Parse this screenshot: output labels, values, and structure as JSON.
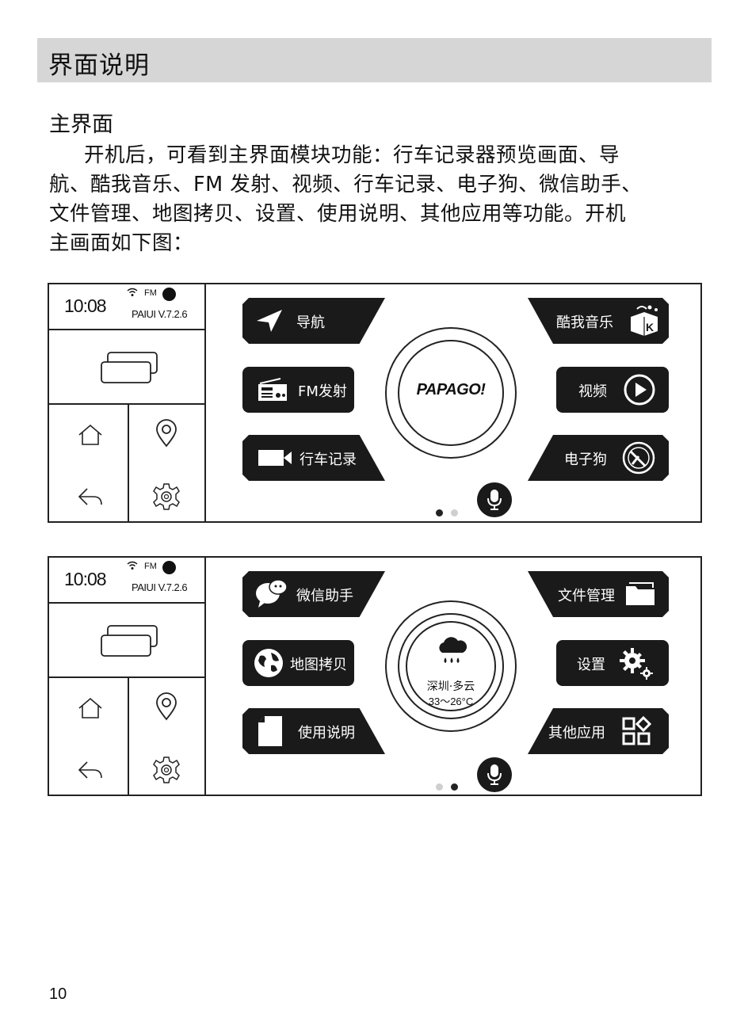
{
  "section_title": "界面说明",
  "sub_title": "主界面",
  "paragraph": {
    "line1": "开机后，可看到主界面模块功能：行车记录器预览画面、导",
    "line2": "航、酷我音乐、FM 发射、视频、行车记录、电子狗、微信助手、",
    "line3": "文件管理、地图拷贝、设置、使用说明、其他应用等功能。开机",
    "line4": "主画面如下图："
  },
  "screen1": {
    "status": {
      "time": "10:08",
      "fm": "FM",
      "version": "PAIUI V.7.2.6"
    },
    "left_items": [
      {
        "label": "导航",
        "icon": "navigation-arrow-icon"
      },
      {
        "label": "FM发射",
        "icon": "radio-icon"
      },
      {
        "label": "行车记录",
        "icon": "video-camera-icon"
      }
    ],
    "right_items": [
      {
        "label": "酷我音乐",
        "icon": "kuwo-music-icon"
      },
      {
        "label": "视频",
        "icon": "play-circle-icon"
      },
      {
        "label": "电子狗",
        "icon": "radar-icon"
      }
    ],
    "center_logo": "PAPAGO!",
    "active_page": 1
  },
  "screen2": {
    "status": {
      "time": "10:08",
      "fm": "FM",
      "version": "PAIUI V.7.2.6"
    },
    "left_items": [
      {
        "label": "微信助手",
        "icon": "wechat-icon"
      },
      {
        "label": "地图拷贝",
        "icon": "globe-icon"
      },
      {
        "label": "使用说明",
        "icon": "document-icon"
      }
    ],
    "right_items": [
      {
        "label": "文件管理",
        "icon": "folder-icon"
      },
      {
        "label": "设置",
        "icon": "gears-icon"
      },
      {
        "label": "其他应用",
        "icon": "apps-grid-icon"
      }
    ],
    "weather": {
      "city": "深圳·多云",
      "temp": "33～26°C",
      "icon": "rain-cloud-icon"
    },
    "active_page": 2
  },
  "page_number": "10"
}
